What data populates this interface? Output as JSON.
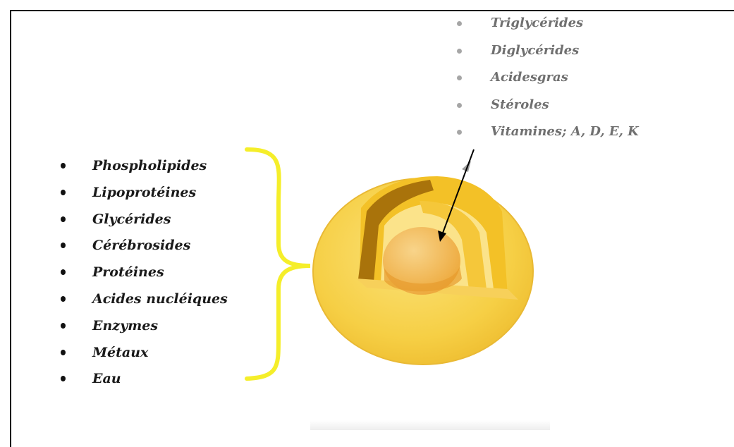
{
  "cell_contents": [
    "Phospholipides",
    "Lipoprotéines",
    "Glycérides",
    "Cérébrosides",
    "Protéines",
    "Acides nucléiques",
    "Enzymes",
    "Métaux",
    "Eau"
  ],
  "inclusion_contents": [
    "Triglycérides",
    "Diglycérides",
    "Acidesgras",
    "Stéroles",
    "Vitamines; A, D, E, K"
  ],
  "colors": {
    "bracket": "#f5ee2a",
    "cell_body": "#f6d34e",
    "cell_shell": "#f3bd1f",
    "dark_layer": "#a9730b",
    "nucleus": "#f2b84a",
    "arrow": "#000000"
  }
}
